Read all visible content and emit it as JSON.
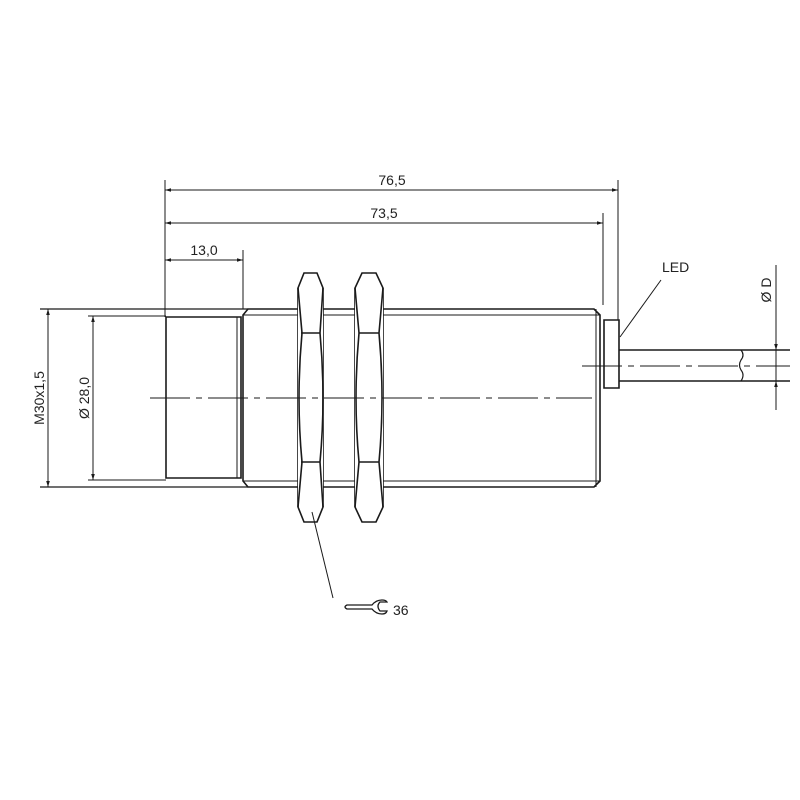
{
  "drawing": {
    "dimensions": {
      "overall_length": "76,5",
      "body_length": "73,5",
      "face_length": "13,0",
      "thread": "M30x1,5",
      "face_diameter": "Ø 28,0",
      "cable_diameter": "Ø D"
    },
    "labels": {
      "led": "LED",
      "wrench_size": "36"
    },
    "colors": {
      "line": "#1a1a1a",
      "background": "#ffffff"
    }
  }
}
